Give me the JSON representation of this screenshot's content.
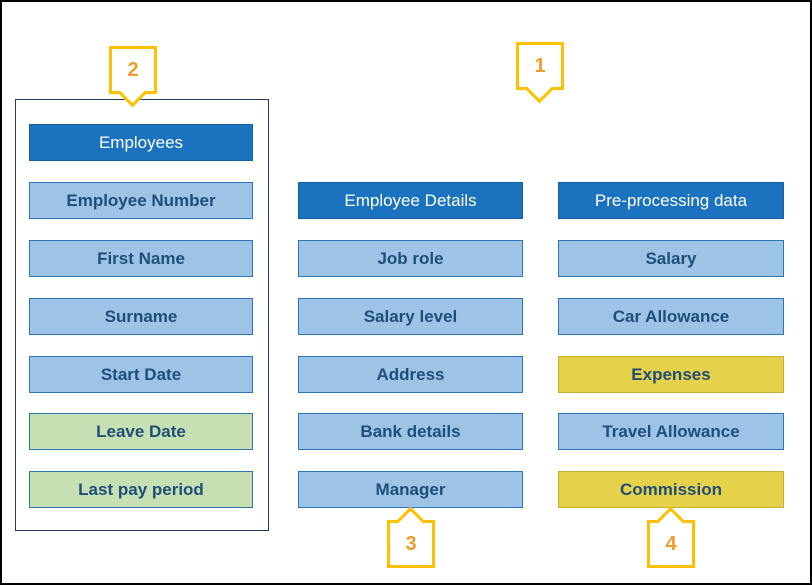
{
  "columns": [
    {
      "name": "employees",
      "header": "Employees",
      "framed": true,
      "items": [
        {
          "label": "Employee Number",
          "variant": "blue"
        },
        {
          "label": "First Name",
          "variant": "blue"
        },
        {
          "label": "Surname",
          "variant": "blue"
        },
        {
          "label": "Start Date",
          "variant": "blue"
        },
        {
          "label": "Leave Date",
          "variant": "green"
        },
        {
          "label": "Last pay period",
          "variant": "green"
        }
      ]
    },
    {
      "name": "employee-details",
      "header": "Employee Details",
      "framed": false,
      "items": [
        {
          "label": "Job role",
          "variant": "blue"
        },
        {
          "label": "Salary level",
          "variant": "blue"
        },
        {
          "label": "Address",
          "variant": "blue"
        },
        {
          "label": "Bank details",
          "variant": "blue"
        },
        {
          "label": "Manager",
          "variant": "blue"
        }
      ]
    },
    {
      "name": "pre-processing-data",
      "header": "Pre-processing data",
      "framed": false,
      "items": [
        {
          "label": "Salary",
          "variant": "blue"
        },
        {
          "label": "Car Allowance",
          "variant": "blue"
        },
        {
          "label": "Expenses",
          "variant": "yellow"
        },
        {
          "label": "Travel Allowance",
          "variant": "blue"
        },
        {
          "label": "Commission",
          "variant": "yellow"
        }
      ]
    }
  ],
  "callouts": [
    {
      "number": "1",
      "points": "down"
    },
    {
      "number": "2",
      "points": "down"
    },
    {
      "number": "3",
      "points": "up"
    },
    {
      "number": "4",
      "points": "up"
    }
  ],
  "colors": {
    "header_fill": "#1B72BE",
    "blue_fill": "#9DC3E6",
    "green_fill": "#C6E0B4",
    "yellow_fill": "#E6D14B",
    "label_text": "#1F4E79",
    "header_text": "#FFFFFF",
    "callout_border": "#FFC000",
    "callout_number": "#ED9D2C",
    "frame_border": "#203864"
  }
}
